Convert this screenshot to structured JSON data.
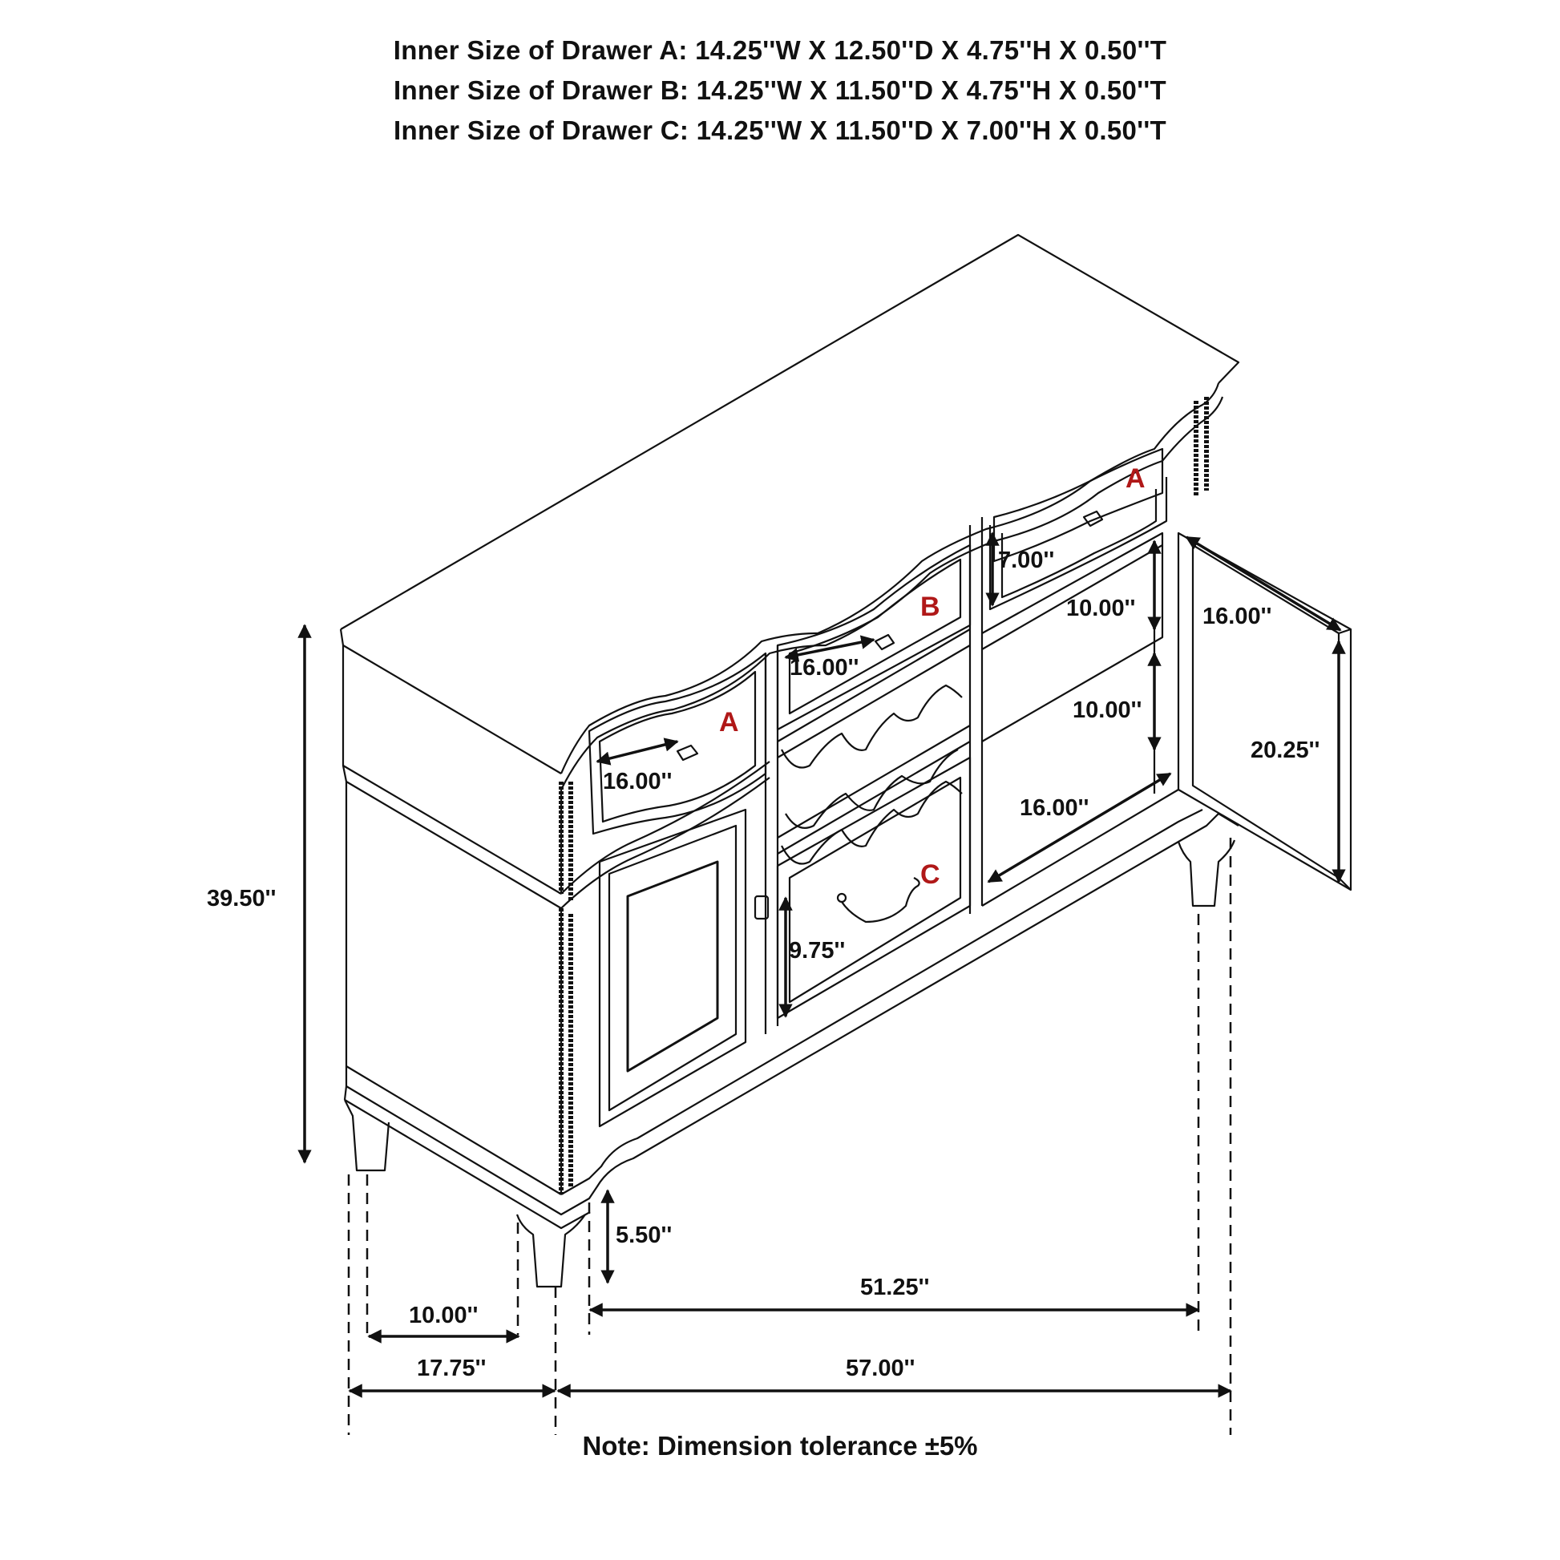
{
  "header": {
    "lines": [
      "Inner Size of Drawer  A: 14.25''W X 12.50''D X 4.75''H X 0.50''T",
      "Inner Size of Drawer B: 14.25''W X 11.50''D X 4.75''H X 0.50''T",
      "Inner Size of Drawer C: 14.25''W X 11.50''D X 7.00''H X 0.50''T"
    ]
  },
  "drawer_labels": {
    "a": "A",
    "b": "B",
    "c": "C"
  },
  "dimensions": {
    "height_total": "39.50''",
    "drawer_a_left_width": "16.00''",
    "drawer_b_width": "16.00''",
    "drawer_a_right_height": "7.00''",
    "shelf_upper": "10.00''",
    "shelf_lower": "10.00''",
    "door_width": "16.00''",
    "door_height": "20.25''",
    "cabinet_depth": "16.00''",
    "drawer_c_height": "9.75''",
    "leg_height": "5.50''",
    "leg_span_side": "10.00''",
    "leg_span_front": "51.25''",
    "overall_depth": "17.75''",
    "overall_width": "57.00''"
  },
  "note": "Note: Dimension tolerance ±5%",
  "colors": {
    "line": "#111111",
    "drawer_label": "#b01818",
    "background": "#ffffff"
  }
}
